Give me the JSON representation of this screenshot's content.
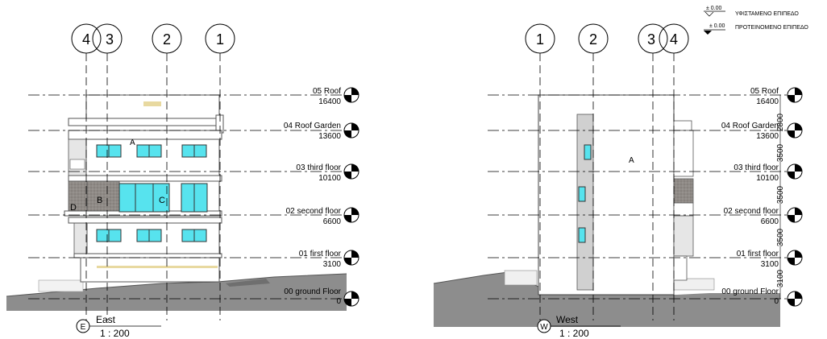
{
  "legend": {
    "existing": {
      "value": "± 0.00",
      "label": "ΥΦΙΣΤΑΜΕΝΟ ΕΠΙΠΕΔΟ"
    },
    "proposed": {
      "value": "± 0.00",
      "label": "ΠΡΟΤΕΙΝΟΜΕΝΟ ΕΠΙΠΕΔΟ"
    }
  },
  "levels": [
    {
      "name": "05 Roof",
      "elev": "16400"
    },
    {
      "name": "04 Roof Garden",
      "elev": "13600"
    },
    {
      "name": "03 third floor",
      "elev": "10100"
    },
    {
      "name": "02 second floor",
      "elev": "6600"
    },
    {
      "name": "01 first floor",
      "elev": "3100"
    },
    {
      "name": "00 ground Floor",
      "elev": "0"
    }
  ],
  "dims": [
    "2800",
    "3500",
    "3500",
    "3500",
    "3100"
  ],
  "east": {
    "title": "East",
    "scale": "1 : 200",
    "marker": "E",
    "grids": [
      "4",
      "3",
      "2",
      "1"
    ],
    "tags": {
      "a": "A",
      "b": "B",
      "c": "C",
      "d": "D"
    }
  },
  "west": {
    "title": "West",
    "scale": "1 : 200",
    "marker": "W",
    "grids": [
      "1",
      "2",
      "3",
      "4"
    ],
    "tags": {
      "a": "A"
    }
  }
}
